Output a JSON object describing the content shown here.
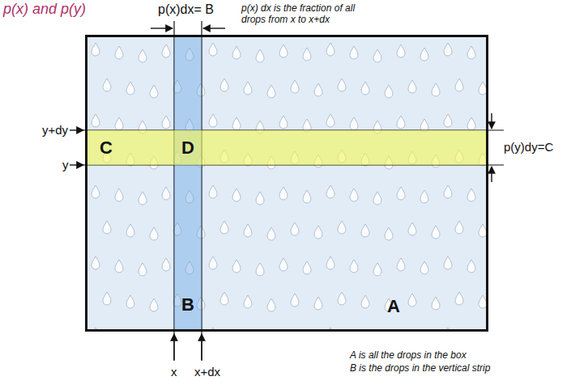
{
  "diagram": {
    "title": "p(x) and p(y)",
    "nodes": [
      {
        "text": [
          "A"
        ]
      },
      {
        "text": [
          "B"
        ],
        "in": 0
      },
      {
        "text": [
          "C"
        ],
        "in": 0
      }
    ],
    "labels": [
      "p(x)dx= B",
      "p(x) dx is the fraction of all drops from x to x+dx",
      "y+dy",
      "y",
      "D",
      "p(y)dy=C",
      "x",
      "x+dx",
      "A is all the drops in the box",
      "B is the drops in the vertical strip"
    ]
  }
}
